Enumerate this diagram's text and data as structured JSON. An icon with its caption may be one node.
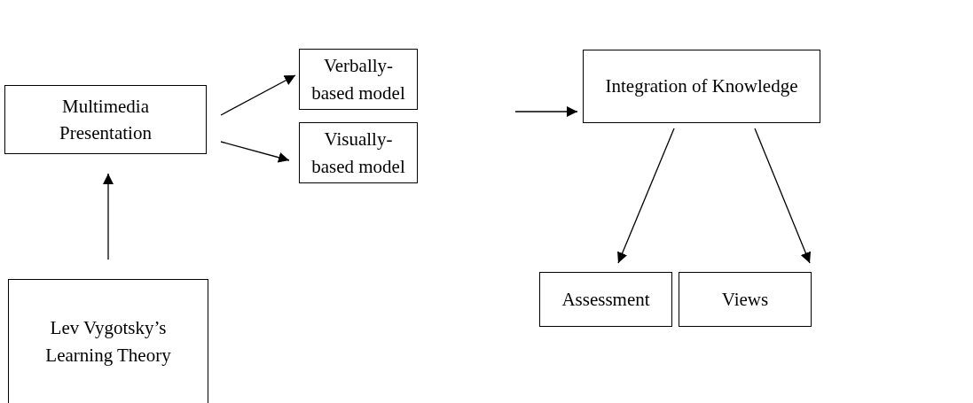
{
  "diagram": {
    "nodes": [
      {
        "text": [
          "Multimedia Presentation"
        ]
      },
      {
        "text": [
          "Verbally-based model"
        ]
      },
      {
        "text": [
          "Visually-based model"
        ]
      },
      {
        "text": [
          "Integration of Knowledge"
        ]
      },
      {
        "text": [
          "Lev Vygotsky’s Learning Theory"
        ]
      },
      {
        "text": [
          "Assessment"
        ]
      },
      {
        "text": [
          "Views"
        ]
      }
    ],
    "edges": [
      {
        "from": 4,
        "to": 0,
        "arrow": "to"
      },
      {
        "from": 0,
        "to": 1,
        "arrow": "to"
      },
      {
        "from": 0,
        "to": 2,
        "arrow": "to"
      },
      {
        "from": null,
        "to": 3,
        "arrow": "to"
      },
      {
        "from": 3,
        "to": 5,
        "arrow": "to"
      },
      {
        "from": 3,
        "to": 6,
        "arrow": "to"
      }
    ]
  }
}
